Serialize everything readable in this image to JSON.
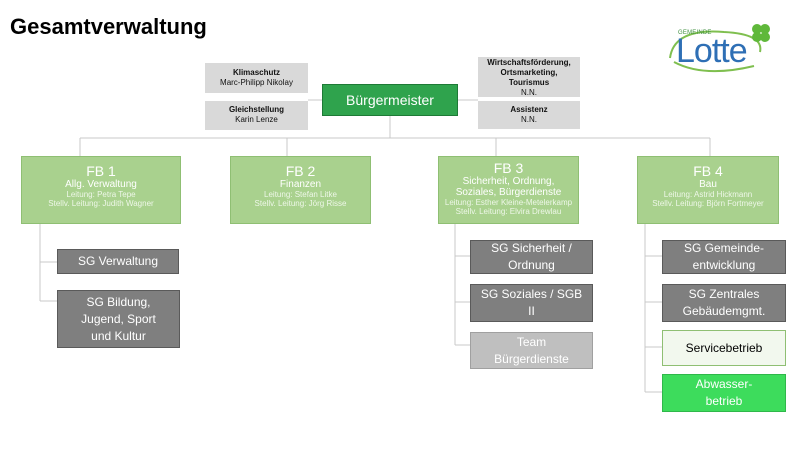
{
  "title": "Gesamtverwaltung",
  "logo": {
    "small_text": "GEMEINDE",
    "main_text": "Lotte"
  },
  "staff": [
    {
      "title": "Klimaschutz",
      "name": "Marc-Philipp Nikolay"
    },
    {
      "title": "Gleichstellung",
      "name": "Karin Lenze"
    },
    {
      "title": "Wirtschaftsförderung,",
      "title2": "Ortsmarketing,",
      "title3": "Tourismus",
      "name": "N.N."
    },
    {
      "title": "Assistenz",
      "name": "N.N."
    }
  ],
  "mayor": "Bürgermeister",
  "fb": [
    {
      "title": "FB 1",
      "sub": "Allg. Verwaltung",
      "lead": "Leitung: Petra Tepe",
      "deputy": "Stellv. Leitung: Judith Wagner"
    },
    {
      "title": "FB 2",
      "sub": "Finanzen",
      "lead": "Leitung: Stefan Litke",
      "deputy": "Stellv. Leitung: Jörg Risse"
    },
    {
      "title": "FB 3",
      "sub": "Sicherheit, Ordnung,",
      "sub2": "Soziales, Bürgerdienste",
      "lead": "Leitung: Esther Kleine-Metelerkamp",
      "deputy": "Stellv. Leitung: Elvira Drewlau"
    },
    {
      "title": "FB 4",
      "sub": "Bau",
      "lead": "Leitung: Astrid Hickmann",
      "deputy": "Stellv. Leitung: Björn Fortmeyer"
    }
  ],
  "sg": {
    "fb1": [
      {
        "l1": "SG Verwaltung"
      },
      {
        "l1": "SG Bildung,",
        "l2": "Jugend, Sport",
        "l3": "und Kultur"
      }
    ],
    "fb3": [
      {
        "l1": "SG Sicherheit /",
        "l2": "Ordnung"
      },
      {
        "l1": "SG Soziales / SGB",
        "l2": "II"
      },
      {
        "l1": "Team",
        "l2": "Bürgerdienste"
      }
    ],
    "fb4": [
      {
        "l1": "SG Gemeinde-",
        "l2": "entwicklung"
      },
      {
        "l1": "SG Zentrales",
        "l2": "Gebäudemgmt."
      },
      {
        "l1": "Servicebetrieb"
      },
      {
        "l1": "Abwasser-",
        "l2": "betrieb"
      }
    ]
  },
  "colors": {
    "mayor": "#2fa34d",
    "fb": "#a9d18e",
    "staff": "#d9d9d9",
    "sg_dark": "#7f7f7f",
    "sg_light": "#bfbfbf",
    "sg_green": "#3ddc5c",
    "connector": "#c9c9c9"
  }
}
